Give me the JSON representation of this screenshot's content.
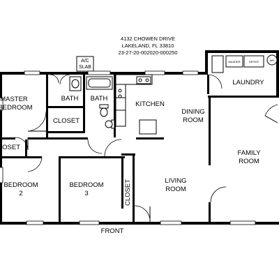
{
  "header": {
    "address_line1": "4132 CHOWEN DRIVE",
    "address_line2": "LAKELAND, FL 33810",
    "parcel": "23-27-20-002020-000250"
  },
  "labels": {
    "ac_line1": "A/C",
    "ac_line2": "SLAB",
    "master_line1": "MASTER",
    "master_line2": "BEDROOM",
    "bath1": "BATH",
    "bath2": "BATH",
    "closet_master": "CLOSET",
    "closet_hall": "CLOSET",
    "closet_bed3": "CLOSET",
    "kitchen": "KITCHEN",
    "dining_line1": "DINING",
    "dining_line2": "ROOM",
    "laundry": "LAUNDRY",
    "family_line1": "FAMILY",
    "family_line2": "ROOM",
    "bedroom2_line1": "BEDROOM",
    "bedroom2_line2": "2",
    "bedroom3_line1": "BEDROOM",
    "bedroom3_line2": "3",
    "living_line1": "LIVING",
    "living_line2": "ROOM",
    "front": "FRONT",
    "washer": "WASHER",
    "dryer": "DRYER",
    "water_heater": "WH"
  }
}
